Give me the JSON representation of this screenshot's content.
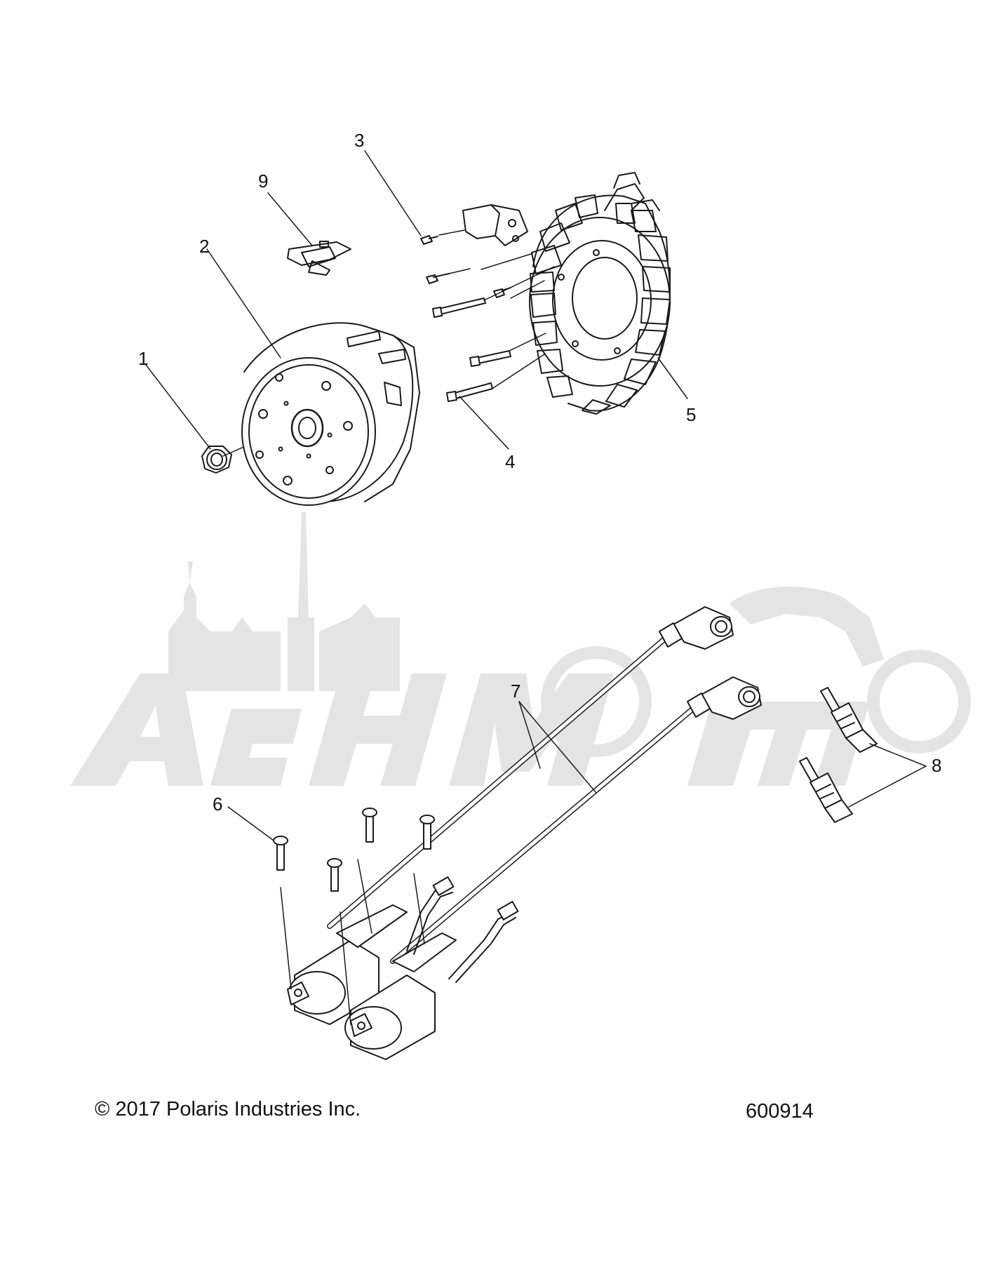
{
  "diagram": {
    "callouts": [
      {
        "id": "1",
        "label": "1"
      },
      {
        "id": "2",
        "label": "2"
      },
      {
        "id": "3",
        "label": "3"
      },
      {
        "id": "4",
        "label": "4"
      },
      {
        "id": "5",
        "label": "5"
      },
      {
        "id": "6",
        "label": "6"
      },
      {
        "id": "7",
        "label": "7"
      },
      {
        "id": "8",
        "label": "8"
      },
      {
        "id": "9",
        "label": "9"
      }
    ],
    "watermark": "AehMoto"
  },
  "footer": {
    "copyright": "© 2017 Polaris Industries Inc.",
    "diagram_number": "600914"
  },
  "colors": {
    "line": "#1a1a1a",
    "watermark": "#e3e3e3"
  }
}
